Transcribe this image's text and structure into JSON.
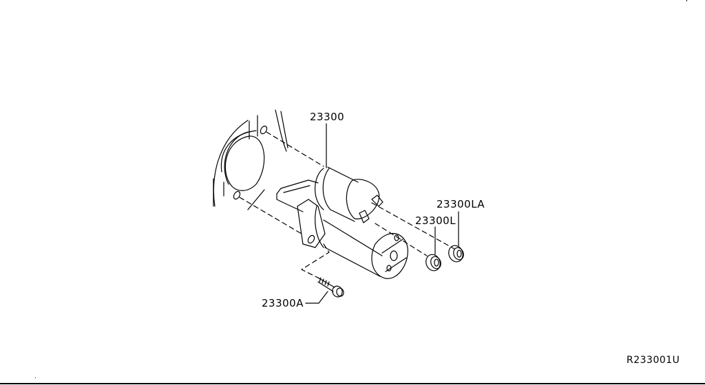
{
  "diagram": {
    "type": "exploded parts diagram",
    "subject": "starter motor assembly",
    "reference_code": "R233001U",
    "parts": [
      {
        "id": "23300",
        "label": "23300",
        "description": "starter motor"
      },
      {
        "id": "23300L",
        "label": "23300L",
        "description": "flange nut"
      },
      {
        "id": "23300LA",
        "label": "23300LA",
        "description": "flange nut"
      },
      {
        "id": "23300A",
        "label": "23300A",
        "description": "bolt"
      }
    ]
  },
  "colors": {
    "line": "#000000",
    "background": "#ffffff"
  }
}
